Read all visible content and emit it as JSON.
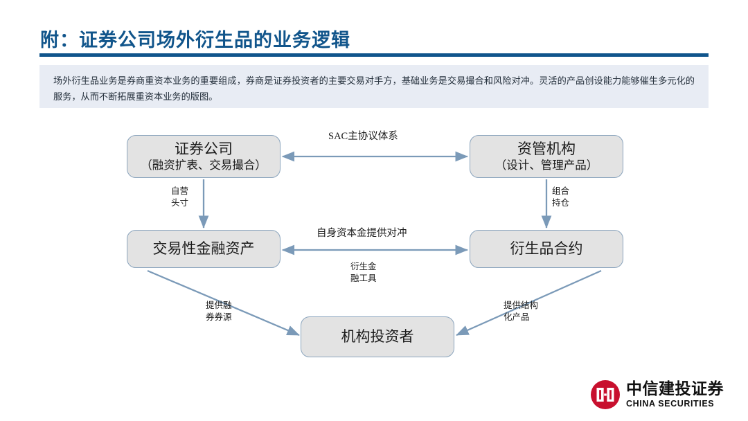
{
  "header": {
    "title": "附：证券公司场外衍生品的业务逻辑",
    "rule_color": "#10558c",
    "title_color": "#11558b"
  },
  "summary": {
    "text": "场外衍生品业务是券商重资本业务的重要组成，券商是证券投资者的主要交易对手方，基础业务是交易撮合和风险对冲。灵活的产品创设能力能够催生多元化的服务，从而不断拓展重资本业务的版图。",
    "background": "#e8ecf4"
  },
  "diagram": {
    "node_fill": "#e3e3e3",
    "node_border": "#8aa4bd",
    "arrow_color": "#7b9ab8",
    "nodes": [
      {
        "id": "securities-firm",
        "line1": "证券公司",
        "line2": "（融资扩表、交易撮合）"
      },
      {
        "id": "asset-manager",
        "line1": "资管机构",
        "line2": "（设计、管理产品）"
      },
      {
        "id": "trading-assets",
        "line1": "交易性金融资产",
        "line2": ""
      },
      {
        "id": "derivative-contract",
        "line1": "衍生品合约",
        "line2": ""
      },
      {
        "id": "institutional-investor",
        "line1": "机构投资者",
        "line2": ""
      }
    ],
    "edge_labels": {
      "sac": "SAC主协议体系",
      "proprietary": "自营\n头寸",
      "portfolio": "组合\n持仓",
      "hedge": "自身资本金提供对冲",
      "derivative_tools": "衍生金\n融工具",
      "securities_lending": "提供融\n券券源",
      "structured_products": "提供结构\n化产品"
    }
  },
  "logo": {
    "cn": "中信建投证券",
    "en": "CHINA SECURITIES",
    "mark_color": "#c8102e"
  }
}
